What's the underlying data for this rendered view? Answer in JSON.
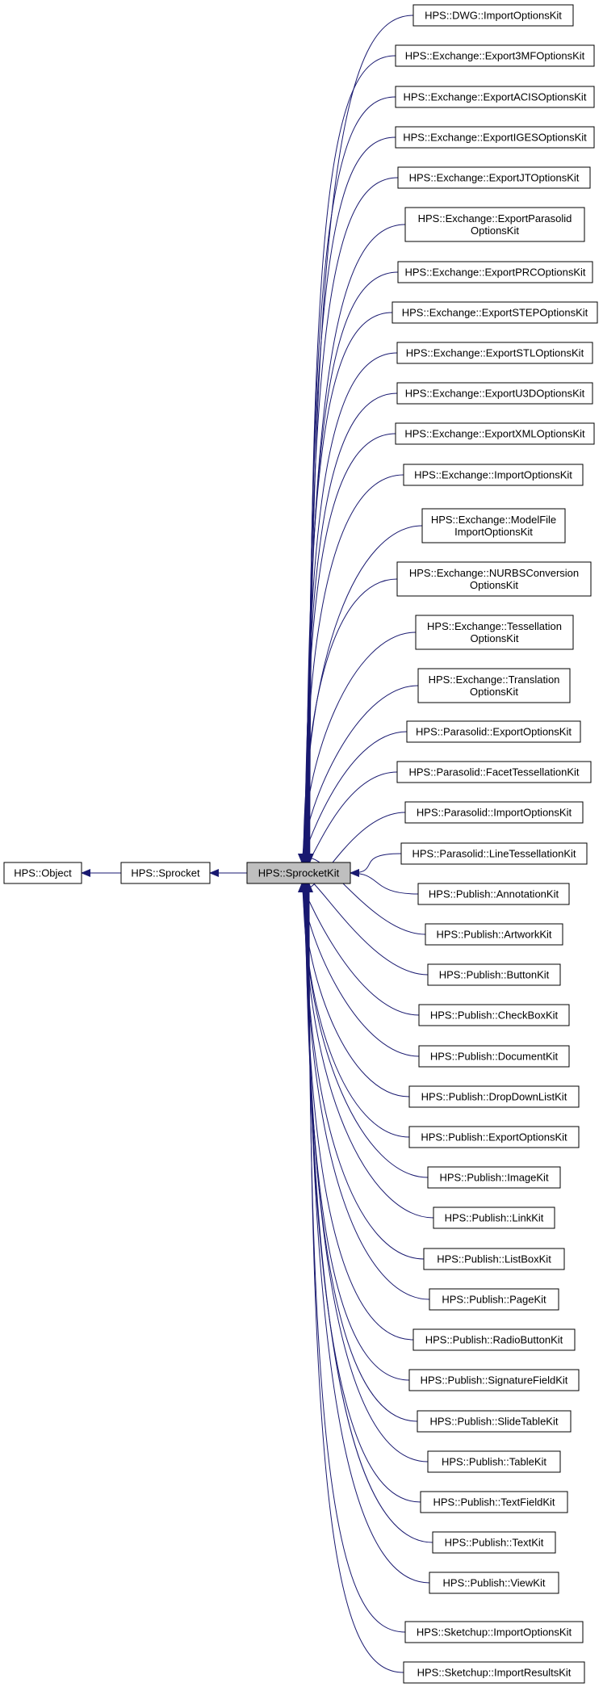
{
  "diagram": {
    "type": "inheritance-graph",
    "colors": {
      "edge": "#191970",
      "node_border": "#000000",
      "node_fill": "#ffffff",
      "focus_fill": "#bfbfbf",
      "text": "#000000"
    },
    "root": "HPS::Object",
    "chain": [
      "HPS::Object",
      "HPS::Sprocket",
      "HPS::SprocketKit"
    ],
    "focus": "HPS::SprocketKit",
    "derived": [
      "HPS::DWG::ImportOptionsKit",
      "HPS::Exchange::Export3MFOptionsKit",
      "HPS::Exchange::ExportACISOptionsKit",
      "HPS::Exchange::ExportIGESOptionsKit",
      "HPS::Exchange::ExportJTOptionsKit",
      "HPS::Exchange::ExportParasolidOptionsKit",
      "HPS::Exchange::ExportPRCOptionsKit",
      "HPS::Exchange::ExportSTEPOptionsKit",
      "HPS::Exchange::ExportSTLOptionsKit",
      "HPS::Exchange::ExportU3DOptionsKit",
      "HPS::Exchange::ExportXMLOptionsKit",
      "HPS::Exchange::ImportOptionsKit",
      "HPS::Exchange::ModelFileImportOptionsKit",
      "HPS::Exchange::NURBSConversionOptionsKit",
      "HPS::Exchange::TessellationOptionsKit",
      "HPS::Exchange::TranslationOptionsKit",
      "HPS::Parasolid::ExportOptionsKit",
      "HPS::Parasolid::FacetTessellationKit",
      "HPS::Parasolid::ImportOptionsKit",
      "HPS::Parasolid::LineTessellationKit",
      "HPS::Publish::AnnotationKit",
      "HPS::Publish::ArtworkKit",
      "HPS::Publish::ButtonKit",
      "HPS::Publish::CheckBoxKit",
      "HPS::Publish::DocumentKit",
      "HPS::Publish::DropDownListKit",
      "HPS::Publish::ExportOptionsKit",
      "HPS::Publish::ImageKit",
      "HPS::Publish::LinkKit",
      "HPS::Publish::ListBoxKit",
      "HPS::Publish::PageKit",
      "HPS::Publish::RadioButtonKit",
      "HPS::Publish::SignatureFieldKit",
      "HPS::Publish::SlideTableKit",
      "HPS::Publish::TableKit",
      "HPS::Publish::TextFieldKit",
      "HPS::Publish::TextKit",
      "HPS::Publish::ViewKit",
      "HPS::Sketchup::ImportOptionsKit",
      "HPS::Sketchup::ImportResultsKit"
    ]
  }
}
